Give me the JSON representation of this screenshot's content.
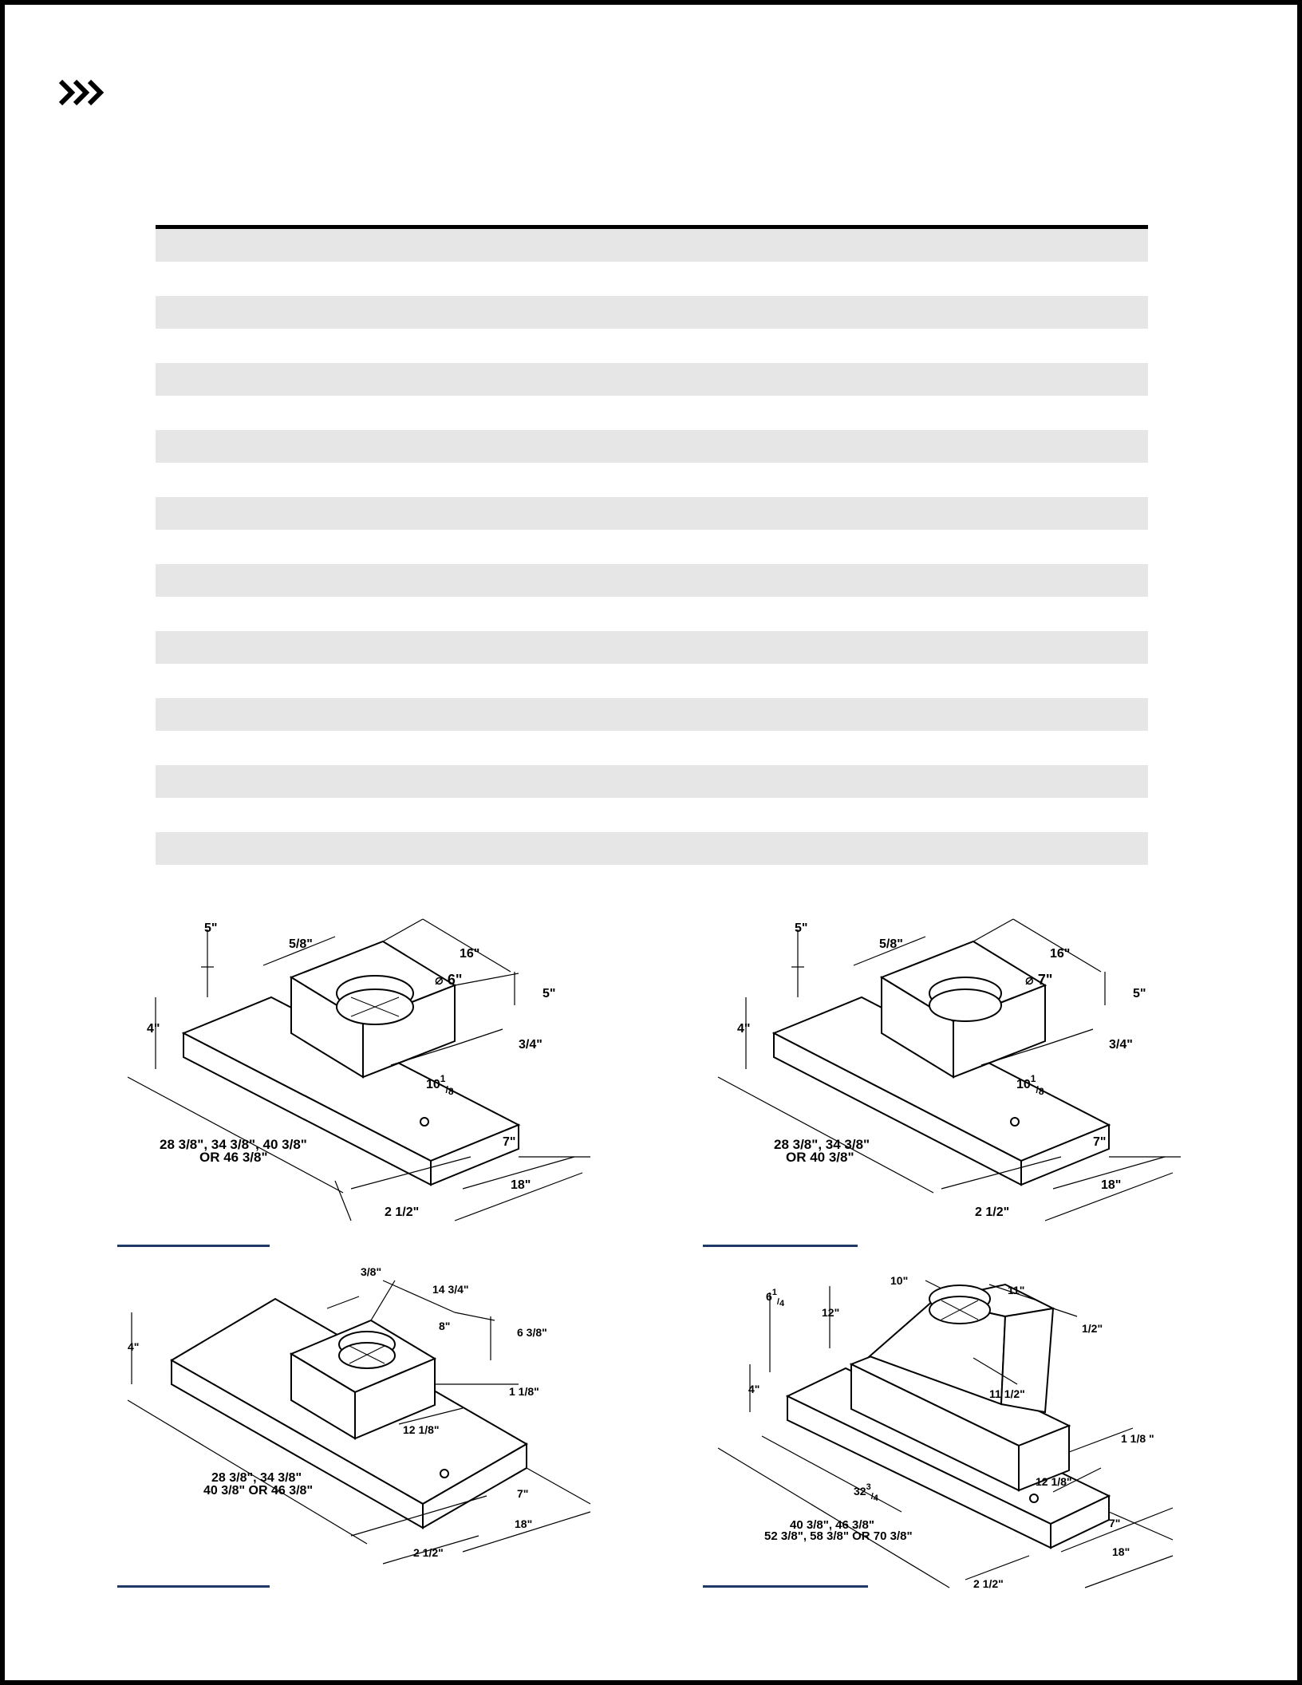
{
  "spec_table": {
    "row_count": 10,
    "row_fill": "#e6e6e6"
  },
  "diagrams": {
    "d1": {
      "d_5": "5\"",
      "d_5_8": "5/8\"",
      "d_16": "16\"",
      "d_dia": "6\"",
      "d_5b": "5\"",
      "d_4": "4\"",
      "d_3_4": "3/4\"",
      "d_10_whole": "10",
      "d_10_num": "1",
      "d_10_den": "8",
      "d_width_1": "28 3/8\", 34 3/8\", 40 3/8\"",
      "d_width_2": "OR 46 3/8\"",
      "d_7": "7\"",
      "d_18": "18\"",
      "d_2_1_2": "2 1/2\""
    },
    "d2": {
      "d_5": "5\"",
      "d_5_8": "5/8\"",
      "d_16": "16\"",
      "d_dia": "7\"",
      "d_5b": "5\"",
      "d_4": "4\"",
      "d_3_4": "3/4\"",
      "d_10_whole": "10",
      "d_10_num": "1",
      "d_10_den": "8",
      "d_width_1": "28 3/8\", 34 3/8\"",
      "d_width_2": "OR 40 3/8\"",
      "d_7": "7\"",
      "d_18": "18\"",
      "d_2_1_2": "2 1/2\""
    },
    "d3": {
      "d_3_8": "3/8\"",
      "d_14_3_4": "14 3/4\"",
      "d_8": "8\"",
      "d_6_3_8": "6 3/8\"",
      "d_4": "4\"",
      "d_1_1_8": "1 1/8\"",
      "d_12_1_8": "12 1/8\"",
      "d_width_1": "28 3/8\", 34 3/8\"",
      "d_width_2": "40 3/8\" OR 46 3/8\"",
      "d_7": "7\"",
      "d_18": "18\"",
      "d_2_1_2": "2 1/2\""
    },
    "d4": {
      "d_10": "10\"",
      "d_11": "11\"",
      "d_6_whole": "6",
      "d_6_num": "1",
      "d_6_den": "4",
      "d_12": "12\"",
      "d_1_2": "1/2\"",
      "d_4": "4\"",
      "d_11_1_2": "11 1/2\"",
      "d_1_1_8": "1 1/8 \"",
      "d_12_1_8": "12 1/8\"",
      "d_32_whole": "32",
      "d_32_num": "3",
      "d_32_den": "4",
      "d_width_1": "40 3/8\", 46 3/8\"",
      "d_width_2": "52 3/8\", 58 3/8\" OR 70 3/8\"",
      "d_7": "7\"",
      "d_18": "18\"",
      "d_2_1_2": "2 1/2\""
    }
  },
  "colors": {
    "frame": "#000000",
    "row_shade": "#e6e6e6",
    "caption_rule": "#1f3a66"
  },
  "icons": {
    "header_marker": "triple-chevron-icon"
  }
}
